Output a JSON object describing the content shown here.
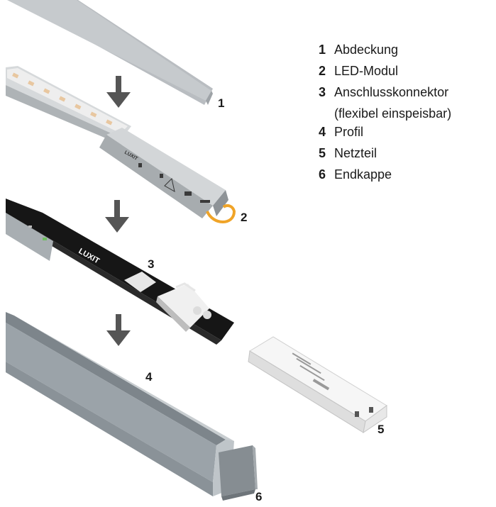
{
  "callouts": {
    "n1": "1",
    "n2": "2",
    "n3": "3",
    "n4": "4",
    "n5": "5",
    "n6": "6"
  },
  "legend": [
    {
      "num": "1",
      "label": "Abdeckung"
    },
    {
      "num": "2",
      "label": "LED-Modul"
    },
    {
      "num": "3",
      "label": "Anschlusskonnektor",
      "continuation": "(flexibel einspeisbar)"
    },
    {
      "num": "4",
      "label": "Profil"
    },
    {
      "num": "5",
      "label": "Netzteil"
    },
    {
      "num": "6",
      "label": "Endkappe"
    }
  ],
  "brand_marks": {
    "module": "LUXIT",
    "connector": "LUXIT"
  },
  "colors": {
    "arrow": "#555555",
    "cover": "#b8bcc0",
    "profile": "#9aa2a8",
    "pcb": "#141414",
    "module": "#cfd2d4",
    "handle": "#f0a428",
    "psu": "#f4f4f4"
  }
}
